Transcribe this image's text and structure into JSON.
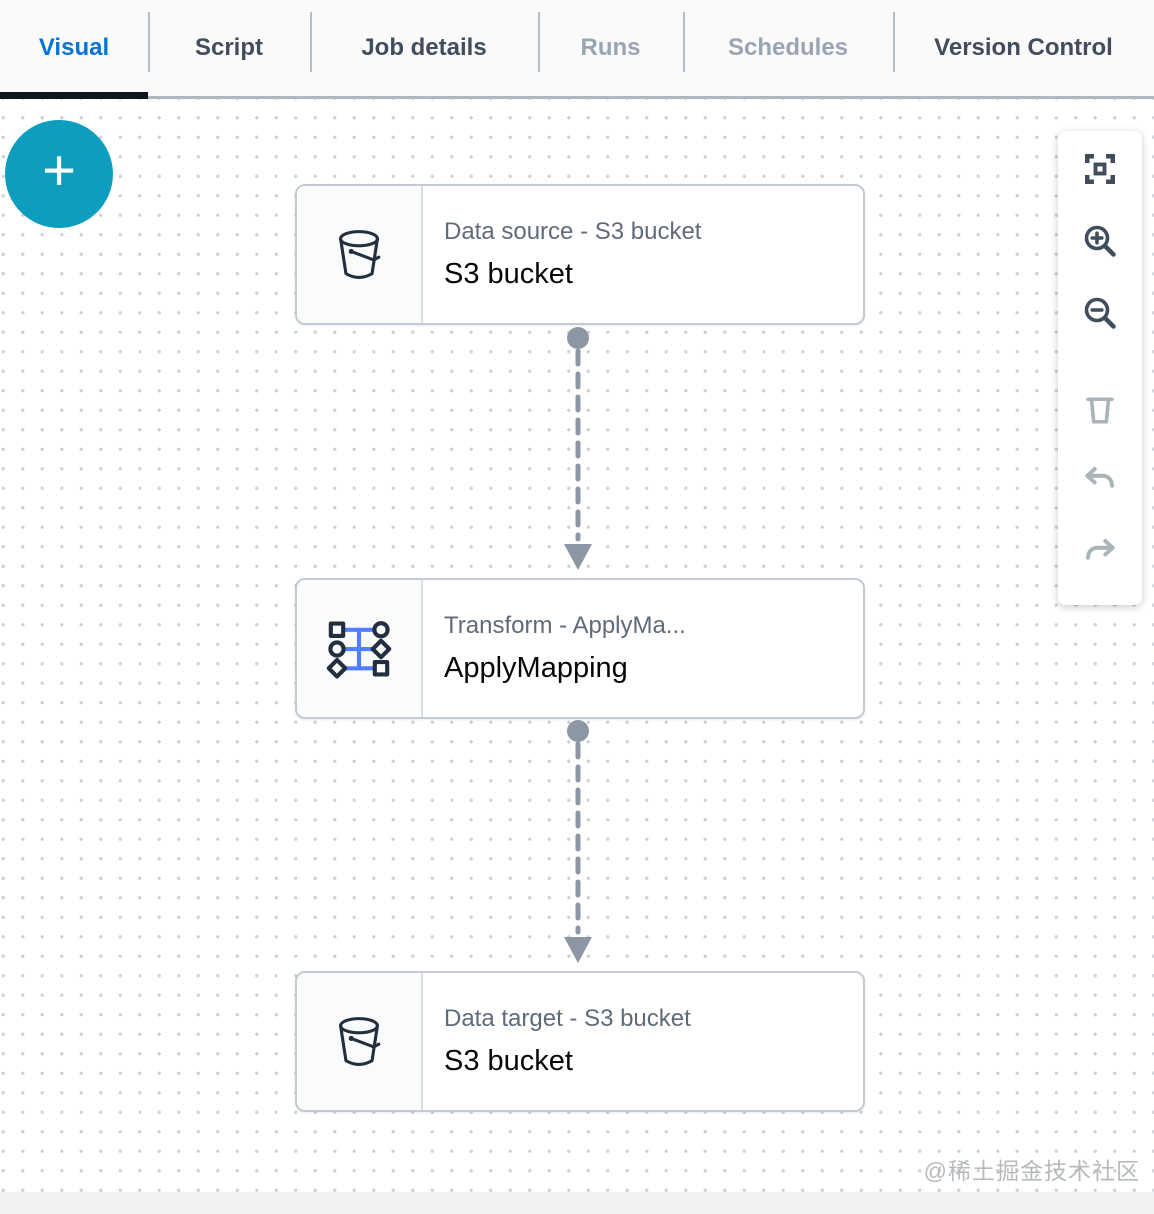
{
  "tabs": [
    {
      "label": "Visual",
      "state": "active"
    },
    {
      "label": "Script",
      "state": "enabled"
    },
    {
      "label": "Job details",
      "state": "enabled"
    },
    {
      "label": "Runs",
      "state": "disabled"
    },
    {
      "label": "Schedules",
      "state": "disabled"
    },
    {
      "label": "Version Control",
      "state": "enabled"
    }
  ],
  "canvas": {
    "add_node_label": "+",
    "nodes": [
      {
        "title": "Data source - S3 bucket",
        "name": "S3 bucket",
        "icon": "s3-bucket-icon"
      },
      {
        "title": "Transform - ApplyMa...",
        "name": "ApplyMapping",
        "icon": "apply-mapping-icon"
      },
      {
        "title": "Data target - S3 bucket",
        "name": "S3 bucket",
        "icon": "s3-bucket-icon"
      }
    ],
    "watermark": "@稀土掘金技术社区"
  },
  "toolbar": {
    "items": [
      {
        "icon": "fit-to-view-icon",
        "state": "enabled"
      },
      {
        "icon": "zoom-in-icon",
        "state": "enabled"
      },
      {
        "icon": "zoom-out-icon",
        "state": "enabled"
      },
      {
        "icon": "trash-icon",
        "state": "disabled"
      },
      {
        "icon": "undo-icon",
        "state": "disabled"
      },
      {
        "icon": "redo-icon",
        "state": "disabled"
      }
    ]
  },
  "colors": {
    "accent_blue": "#0972d3",
    "add_button_teal": "#0d9dbe",
    "node_icon_navy": "#232f3e",
    "transform_line_blue": "#527fff",
    "connector_gray": "#8c97a3",
    "disabled_tab_gray": "#9aa5b4",
    "active_underline": "#10161d"
  }
}
